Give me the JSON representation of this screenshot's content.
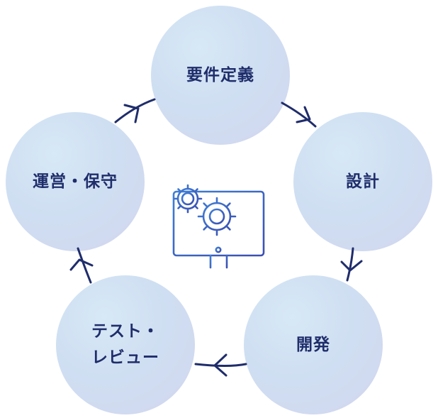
{
  "cycle": {
    "steps": [
      {
        "label": "要件定義"
      },
      {
        "label": "設計"
      },
      {
        "label": "開発"
      },
      {
        "label": "テスト・\nレビュー"
      },
      {
        "label": "運営・保守"
      }
    ]
  },
  "colors": {
    "arrow": "#1f2d6b",
    "text": "#1f2d6b",
    "icon_start": "#3f7fd6",
    "icon_end": "#3b4fb0"
  },
  "center_icon": "monitor-with-gears-icon"
}
